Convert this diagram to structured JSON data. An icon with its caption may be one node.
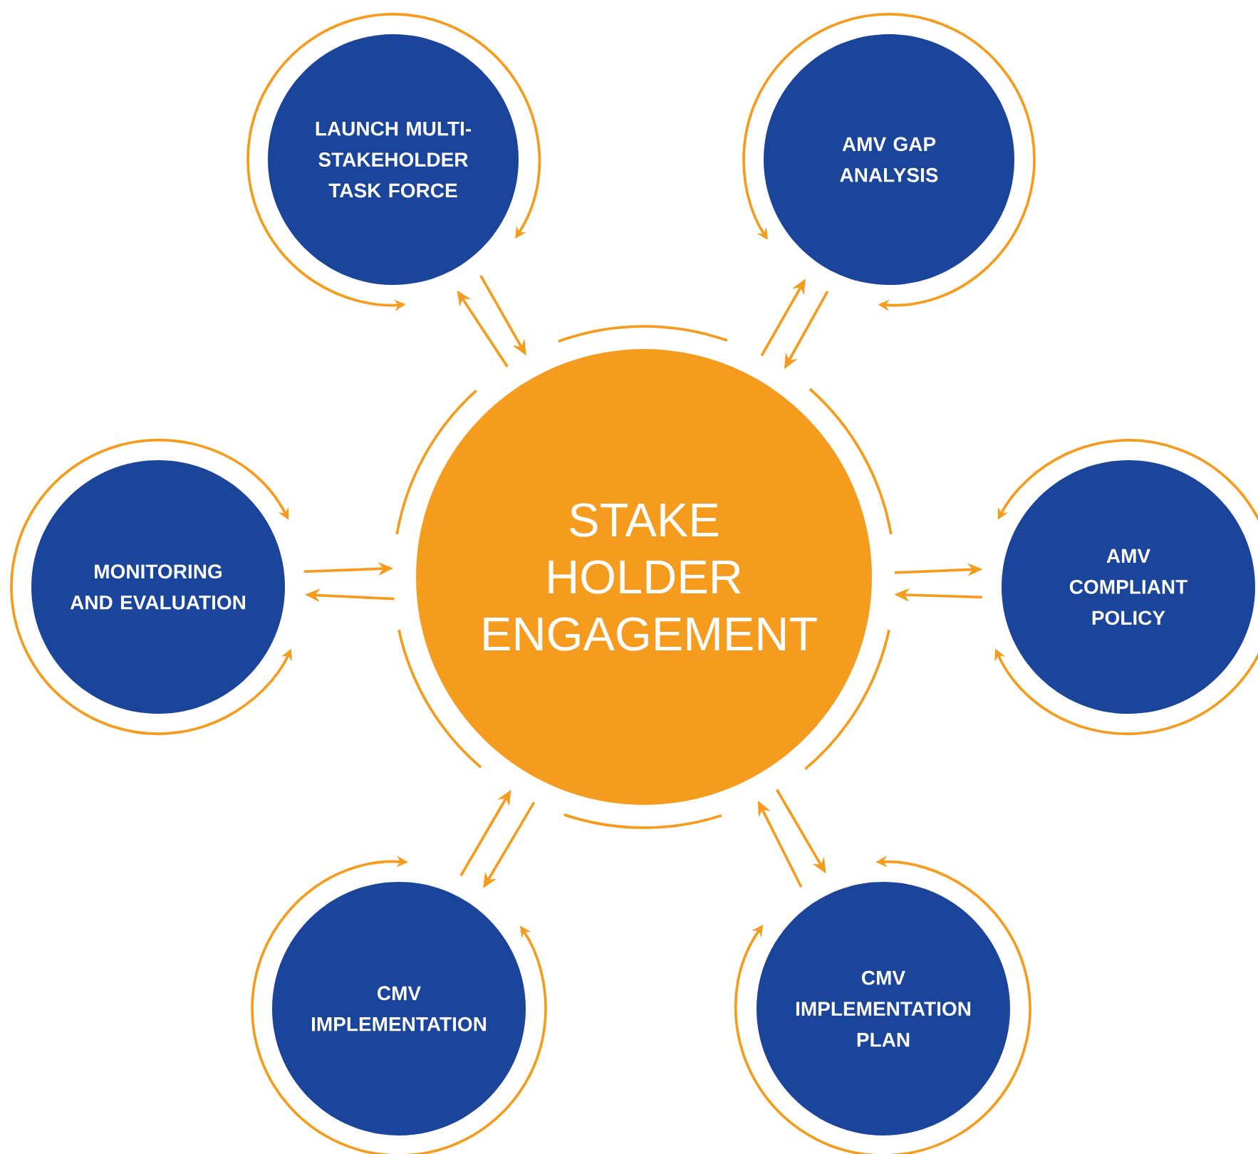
{
  "diagram": {
    "nodes": [
      {
        "text": [
          "STAKE HOLDER ENGAGEMENT"
        ]
      },
      {
        "text": [
          "LAUNCH MULTI-STAKEHOLDER TASK FORCE"
        ]
      },
      {
        "text": [
          "AMV GAP ANALYSIS"
        ]
      },
      {
        "text": [
          "MONITORING AND EVALUATION"
        ]
      },
      {
        "text": [
          "AMV COMPLIANT POLICY"
        ]
      },
      {
        "text": [
          "CMV IMPLEMENTATION"
        ]
      },
      {
        "text": [
          "CMV IMPLEMENTATION PLAN"
        ]
      }
    ],
    "edges": [
      {
        "from": 0,
        "to": 1,
        "arrow": "to"
      },
      {
        "from": 1,
        "to": 0,
        "arrow": "to"
      },
      {
        "from": 0,
        "to": 2,
        "arrow": "to"
      },
      {
        "from": 2,
        "to": 0,
        "arrow": "to"
      },
      {
        "from": 3,
        "to": 0,
        "arrow": "to"
      },
      {
        "from": 0,
        "to": 3,
        "arrow": "to"
      },
      {
        "from": 0,
        "to": 4,
        "arrow": "to"
      },
      {
        "from": 4,
        "to": 0,
        "arrow": "to"
      },
      {
        "from": 0,
        "to": 5,
        "arrow": "to"
      },
      {
        "from": 5,
        "to": 0,
        "arrow": "to"
      },
      {
        "from": 0,
        "to": 6,
        "arrow": "to"
      },
      {
        "from": 6,
        "to": 0,
        "arrow": "to"
      }
    ]
  }
}
